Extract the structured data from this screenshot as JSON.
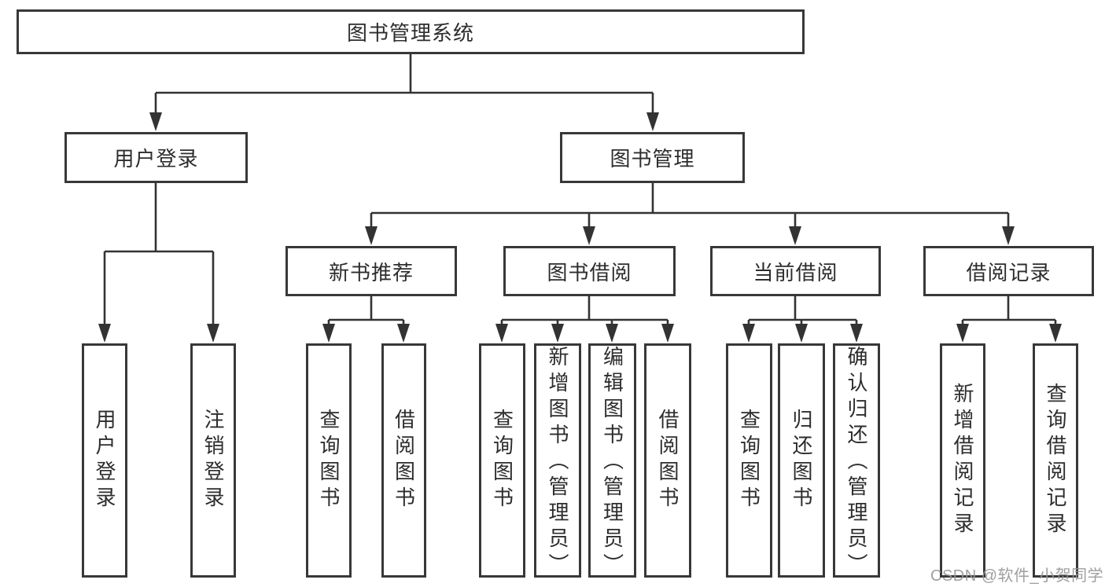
{
  "diagram": {
    "root": {
      "label": "图书管理系统"
    },
    "level2": [
      {
        "label": "用户登录",
        "leaves": [
          {
            "label": "用户登录"
          },
          {
            "label": "注销登录"
          }
        ]
      },
      {
        "label": "图书管理",
        "children": [
          {
            "label": "新书推荐",
            "leaves": [
              {
                "label": "查询图书"
              },
              {
                "label": "借阅图书"
              }
            ]
          },
          {
            "label": "图书借阅",
            "leaves": [
              {
                "label": "查询图书"
              },
              {
                "label": "新增图书（管理员）"
              },
              {
                "label": "编辑图书（管理员）"
              },
              {
                "label": "借阅图书"
              }
            ]
          },
          {
            "label": "当前借阅",
            "leaves": [
              {
                "label": "查询图书"
              },
              {
                "label": "归还图书"
              },
              {
                "label": "确认归还（管理员）"
              }
            ]
          },
          {
            "label": "借阅记录",
            "leaves": [
              {
                "label": "新增借阅记录"
              },
              {
                "label": "查询借阅记录"
              }
            ]
          }
        ]
      }
    ],
    "watermark": "CSDN @软件_小贺同学",
    "colors": {
      "line": "#333333",
      "box_border": "#383838",
      "text": "#2d2d2d",
      "watermark": "#979797",
      "background": "#ffffff"
    }
  }
}
